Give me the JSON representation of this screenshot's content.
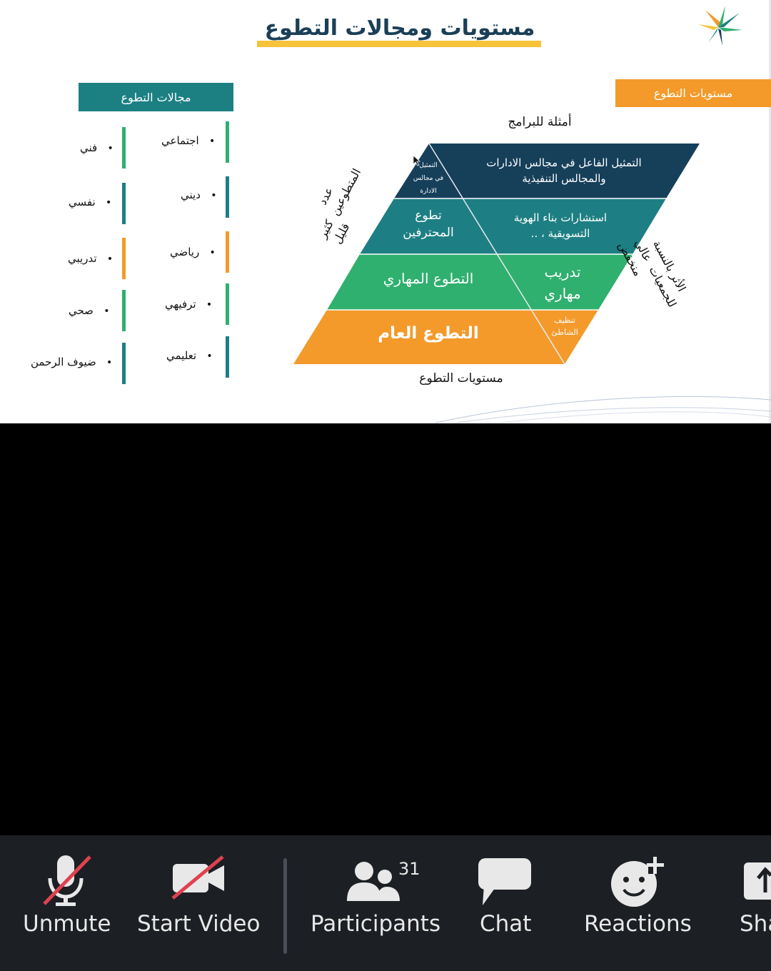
{
  "slide": {
    "title": "مستويات ومجالات التطوع",
    "fields_header": "مجالات التطوع",
    "levels_header": "مستويات التطوع",
    "fields_col_right": [
      "اجتماعي",
      "ديني",
      "رياضي",
      "ترفيهي",
      "تعليمي"
    ],
    "fields_col_left": [
      "فني",
      "نفسي",
      "تدريبي",
      "صحي",
      "ضيوف الرحمن"
    ],
    "bullet": "•",
    "examples_label": "أمثلة للبرامج",
    "levels_label": "مستويات التطوع",
    "volunteers_count_label": "عدد المتطوعين",
    "many_label": "كثير",
    "few_label": "قليل",
    "impact_label": "الأثر بالنسبة للجمعيات",
    "high_label": "عالي",
    "low_label": "منخفض",
    "pyramid": {
      "tier1_left": [
        "التمثيل",
        "في مجالس",
        "الادارة"
      ],
      "tier1_right": [
        "التمثيل الفاعل في مجالس الادارات",
        "والمجالس التنفيذية"
      ],
      "tier2_left": [
        "تطوع",
        "المحترفين"
      ],
      "tier2_right": [
        "استشارات  بناء الهوية",
        "التسويقية ، .."
      ],
      "tier3_left": "التطوع المهاري",
      "tier3_right": [
        "تدريب",
        "مهاري"
      ],
      "tier4_left": "التطوع العام",
      "tier4_right": [
        "تنظيف",
        "الشاطئ"
      ]
    },
    "colors": {
      "navy": "#163f5a",
      "teal": "#1d7f83",
      "green": "#2fb06f",
      "orange": "#f39a2b",
      "yellow": "#f6c33a"
    }
  },
  "toolbar": {
    "unmute": "Unmute",
    "start_video": "Start Video",
    "participants": "Participants",
    "participants_count": "31",
    "chat": "Chat",
    "reactions": "Reactions",
    "share": "Share",
    "icons": [
      "microphone-muted-icon",
      "video-off-icon",
      "participants-icon",
      "chat-icon",
      "reactions-icon",
      "share-icon"
    ]
  }
}
